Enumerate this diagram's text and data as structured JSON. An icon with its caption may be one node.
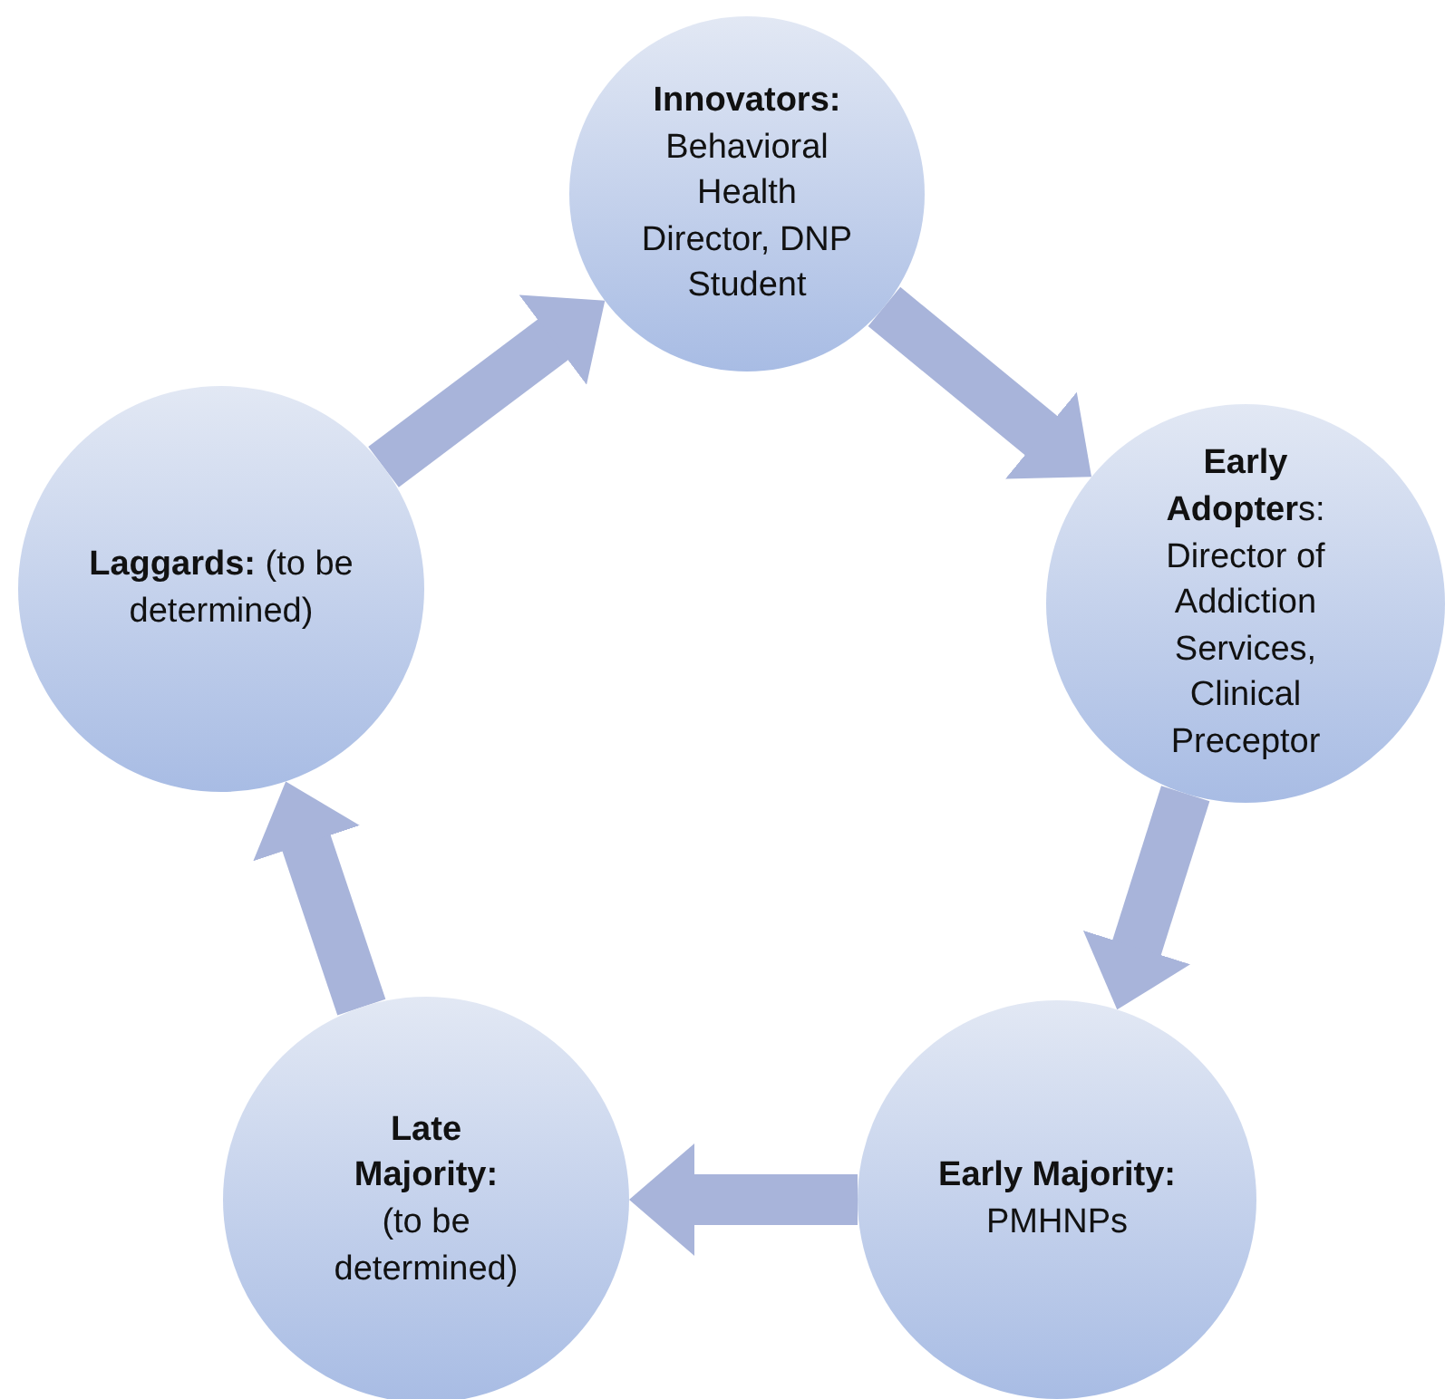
{
  "diagram": {
    "nodes": [
      {
        "text": [
          "**Innovators:**",
          "Behavioral Health Director, DNP Student"
        ]
      },
      {
        "text": [
          "**Early Adopter**s:",
          "Director of Addiction Services, Clinical Preceptor"
        ]
      },
      {
        "text": [
          "**Early Majority:**",
          "PMHNPs"
        ]
      },
      {
        "text": [
          "**Late Majority:**",
          "(to be determined)"
        ]
      },
      {
        "text": [
          "**Laggards:** (to be determined)"
        ]
      }
    ],
    "edges": [
      {
        "from": 0,
        "to": 1,
        "arrow": "to"
      },
      {
        "from": 1,
        "to": 2,
        "arrow": "to"
      },
      {
        "from": 2,
        "to": 3,
        "arrow": "to"
      },
      {
        "from": 3,
        "to": 4,
        "arrow": "to"
      },
      {
        "from": 4,
        "to": 0,
        "arrow": "to"
      }
    ]
  }
}
